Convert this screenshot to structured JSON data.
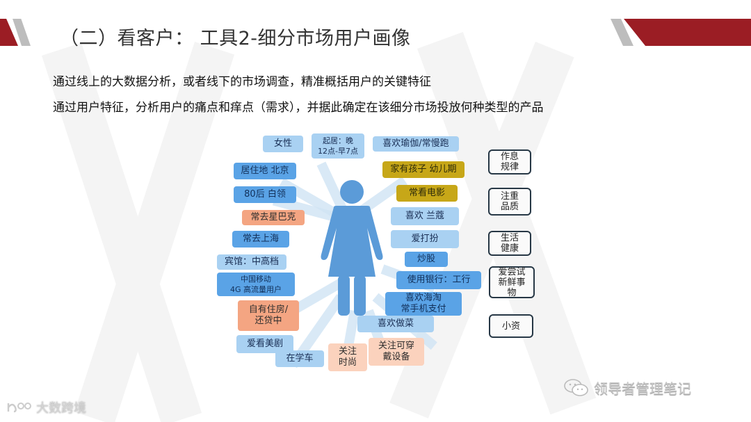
{
  "slide": {
    "title": "（二）看客户：   工具2-细分市场用户画像",
    "lines": [
      "通过线上的大数据分析，或者线下的市场调查，精准概括用户的关键特征",
      "通过用户特征，分析用户的痛点和痒点（需求），并据此确定在该细分市场投放何种类型的产品"
    ],
    "accent_color": "#9b1d24"
  },
  "persona": {
    "icon": "female-person-icon",
    "left_tags": [
      {
        "label": "女性",
        "color": "light"
      },
      {
        "label": "居住地 北京",
        "color": "mid"
      },
      {
        "label": "80后 白领",
        "color": "mid"
      },
      {
        "label": "常去星巴克",
        "color": "orange"
      },
      {
        "label": "常去上海",
        "color": "mid"
      },
      {
        "label": "宾馆：中高档",
        "color": "light"
      },
      {
        "label": "中国移动\n4G 高流量用户",
        "color": "mid"
      },
      {
        "label": "自有住房/\n还贷中",
        "color": "orange"
      },
      {
        "label": "爱看美剧",
        "color": "light"
      },
      {
        "label": "在学车",
        "color": "light"
      }
    ],
    "top_tags": [
      {
        "label": "起居：晚\n12点-早7点",
        "color": "light"
      }
    ],
    "right_tags": [
      {
        "label": "喜欢瑜伽/常慢跑",
        "color": "light"
      },
      {
        "label": "家有孩子 幼儿期",
        "color": "olive"
      },
      {
        "label": "常看电影",
        "color": "olive"
      },
      {
        "label": "喜欢 兰蔻",
        "color": "light"
      },
      {
        "label": "爱打扮",
        "color": "light"
      },
      {
        "label": "炒股",
        "color": "mid"
      },
      {
        "label": "使用银行：工行",
        "color": "mid"
      },
      {
        "label": "喜欢海淘\n常手机支付",
        "color": "mid"
      },
      {
        "label": "喜欢做菜",
        "color": "light"
      }
    ],
    "bottom_tags": [
      {
        "label": "关注\n时尚",
        "color": "peach"
      },
      {
        "label": "关注可穿\n戴设备",
        "color": "peach"
      }
    ]
  },
  "summary_tags": [
    "作息\n规律",
    "注重\n品质",
    "生活\n健康",
    "爱尝试\n新鲜事\n物",
    "小资"
  ],
  "watermarks": {
    "right": "领导者管理笔记",
    "right_icon": "wechat-icon",
    "left": "大数跨境",
    "left_icon": "logo-icon"
  }
}
